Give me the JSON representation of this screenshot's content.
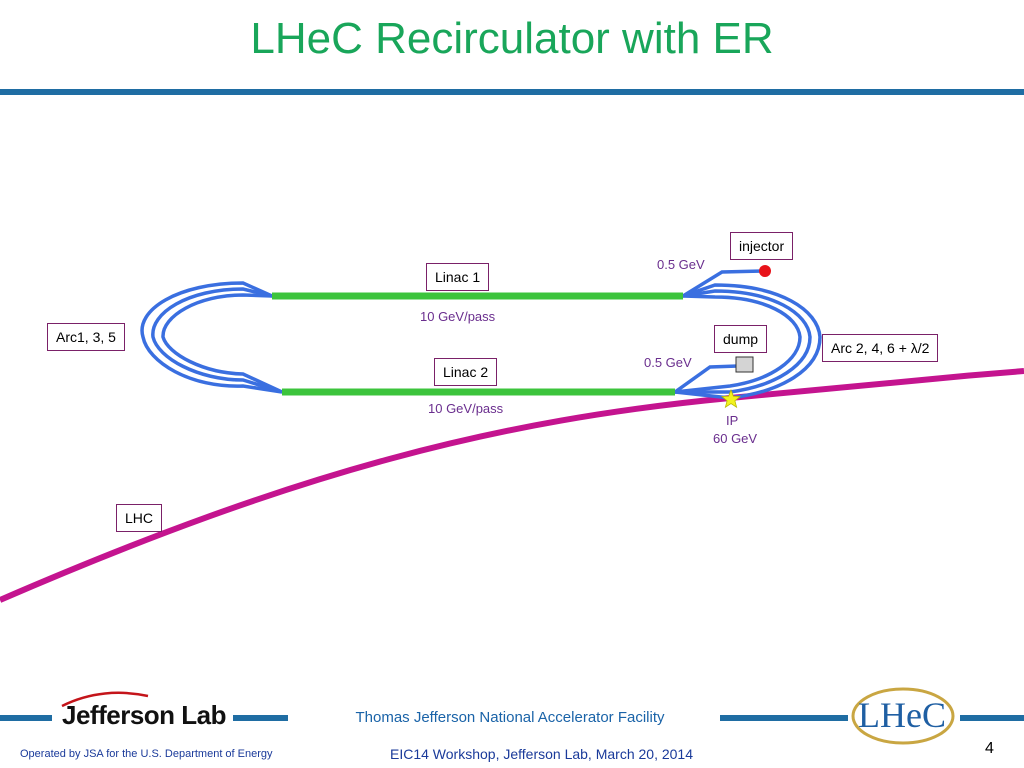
{
  "slide": {
    "title": "LHeC Recirculator with ER",
    "page_number": "4"
  },
  "diagram": {
    "labels": {
      "injector": "injector",
      "linac1": "Linac 1",
      "linac2": "Linac 2",
      "arc_left": "Arc1, 3, 5",
      "arc_right": "Arc 2, 4, 6 + λ/2",
      "dump": "dump",
      "lhc": "LHC"
    },
    "annotations": {
      "injector_energy": "0.5 GeV",
      "dump_energy": "0.5 GeV",
      "linac1_gain": "10 GeV/pass",
      "linac2_gain": "10 GeV/pass",
      "ip": "IP",
      "ip_energy": "60 GeV"
    },
    "colors": {
      "arcs": "#3a6fe0",
      "linacs": "#3cc43c",
      "lhc": "#c4148f",
      "injector": "#e8131a",
      "ip_star": "#f2f21e",
      "dump": "#d4d4d4"
    }
  },
  "footer": {
    "logo_text": "Jefferson Lab",
    "facility": "Thomas Jefferson National Accelerator Facility",
    "operated_by": "Operated by JSA for the U.S. Department of Energy",
    "event": "EIC14 Workshop, Jefferson Lab, March 20, 2014",
    "lhec_logo": "LHeC"
  }
}
